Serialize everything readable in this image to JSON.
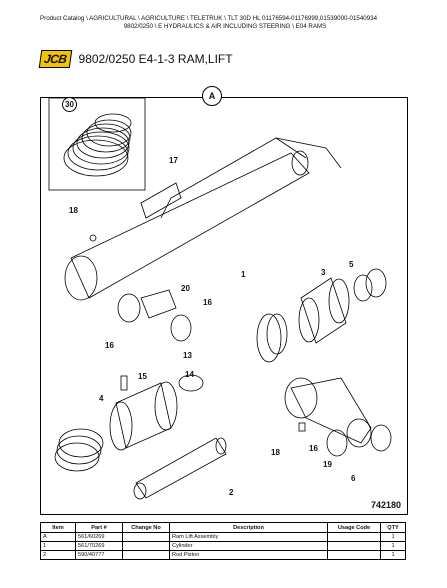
{
  "breadcrumb": {
    "line1": "Product Catalog  \\  AGRICULTURAL  \\  AGRICULTURE  \\  TELETRUK  \\  TLT 30D HL 01176594-01176999,01539000-01540934",
    "line2": "9802/0250  \\  E HYDRAULICS & AIR INCLUDING STEERING  \\  E04 RAMS"
  },
  "header": {
    "logo": "JCB",
    "title": "9802/0250 E4-1-3 RAM,LIFT"
  },
  "drawing": {
    "view_label": "A",
    "inset_label": "30",
    "drawing_number": "742180",
    "callouts": [
      "17",
      "18",
      "1",
      "3",
      "5",
      "20",
      "16",
      "16",
      "13",
      "15",
      "4",
      "14",
      "18",
      "16",
      "19",
      "6",
      "2"
    ]
  },
  "table": {
    "headers": [
      "Item",
      "Part #",
      "Change No",
      "Description",
      "Usage Code",
      "QTY"
    ],
    "rows": [
      {
        "item": "A",
        "part": "561/60269",
        "change": "",
        "desc": "Ram Lift Assembly",
        "usage": "",
        "qty": "1"
      },
      {
        "item": "1",
        "part": "561/70269",
        "change": "",
        "desc": "Cylinder",
        "usage": "",
        "qty": "1"
      },
      {
        "item": "2",
        "part": "590/40777",
        "change": "",
        "desc": "Rod Piston",
        "usage": "",
        "qty": "1"
      }
    ]
  }
}
